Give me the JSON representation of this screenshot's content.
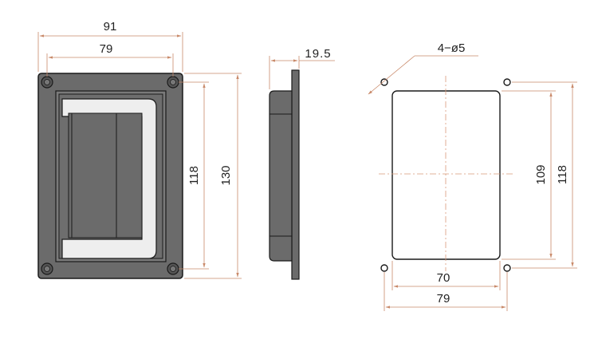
{
  "colors": {
    "dimension_line": "#c98a6a",
    "body_dark": "#6b6b6b",
    "body_mid": "#8a8a8a",
    "outline": "#1a1a1a",
    "handle_metal": "#eeeeee",
    "centerline": "#d99a7a"
  },
  "front_view": {
    "overall_width": "91",
    "inner_width": "79",
    "inner_height": "118",
    "overall_height": "130"
  },
  "side_view": {
    "depth": "19.5"
  },
  "cutout_view": {
    "holes": "4−ø5",
    "cutout_width": "70",
    "hole_spacing_x": "79",
    "cutout_height": "109",
    "hole_spacing_y": "118"
  }
}
